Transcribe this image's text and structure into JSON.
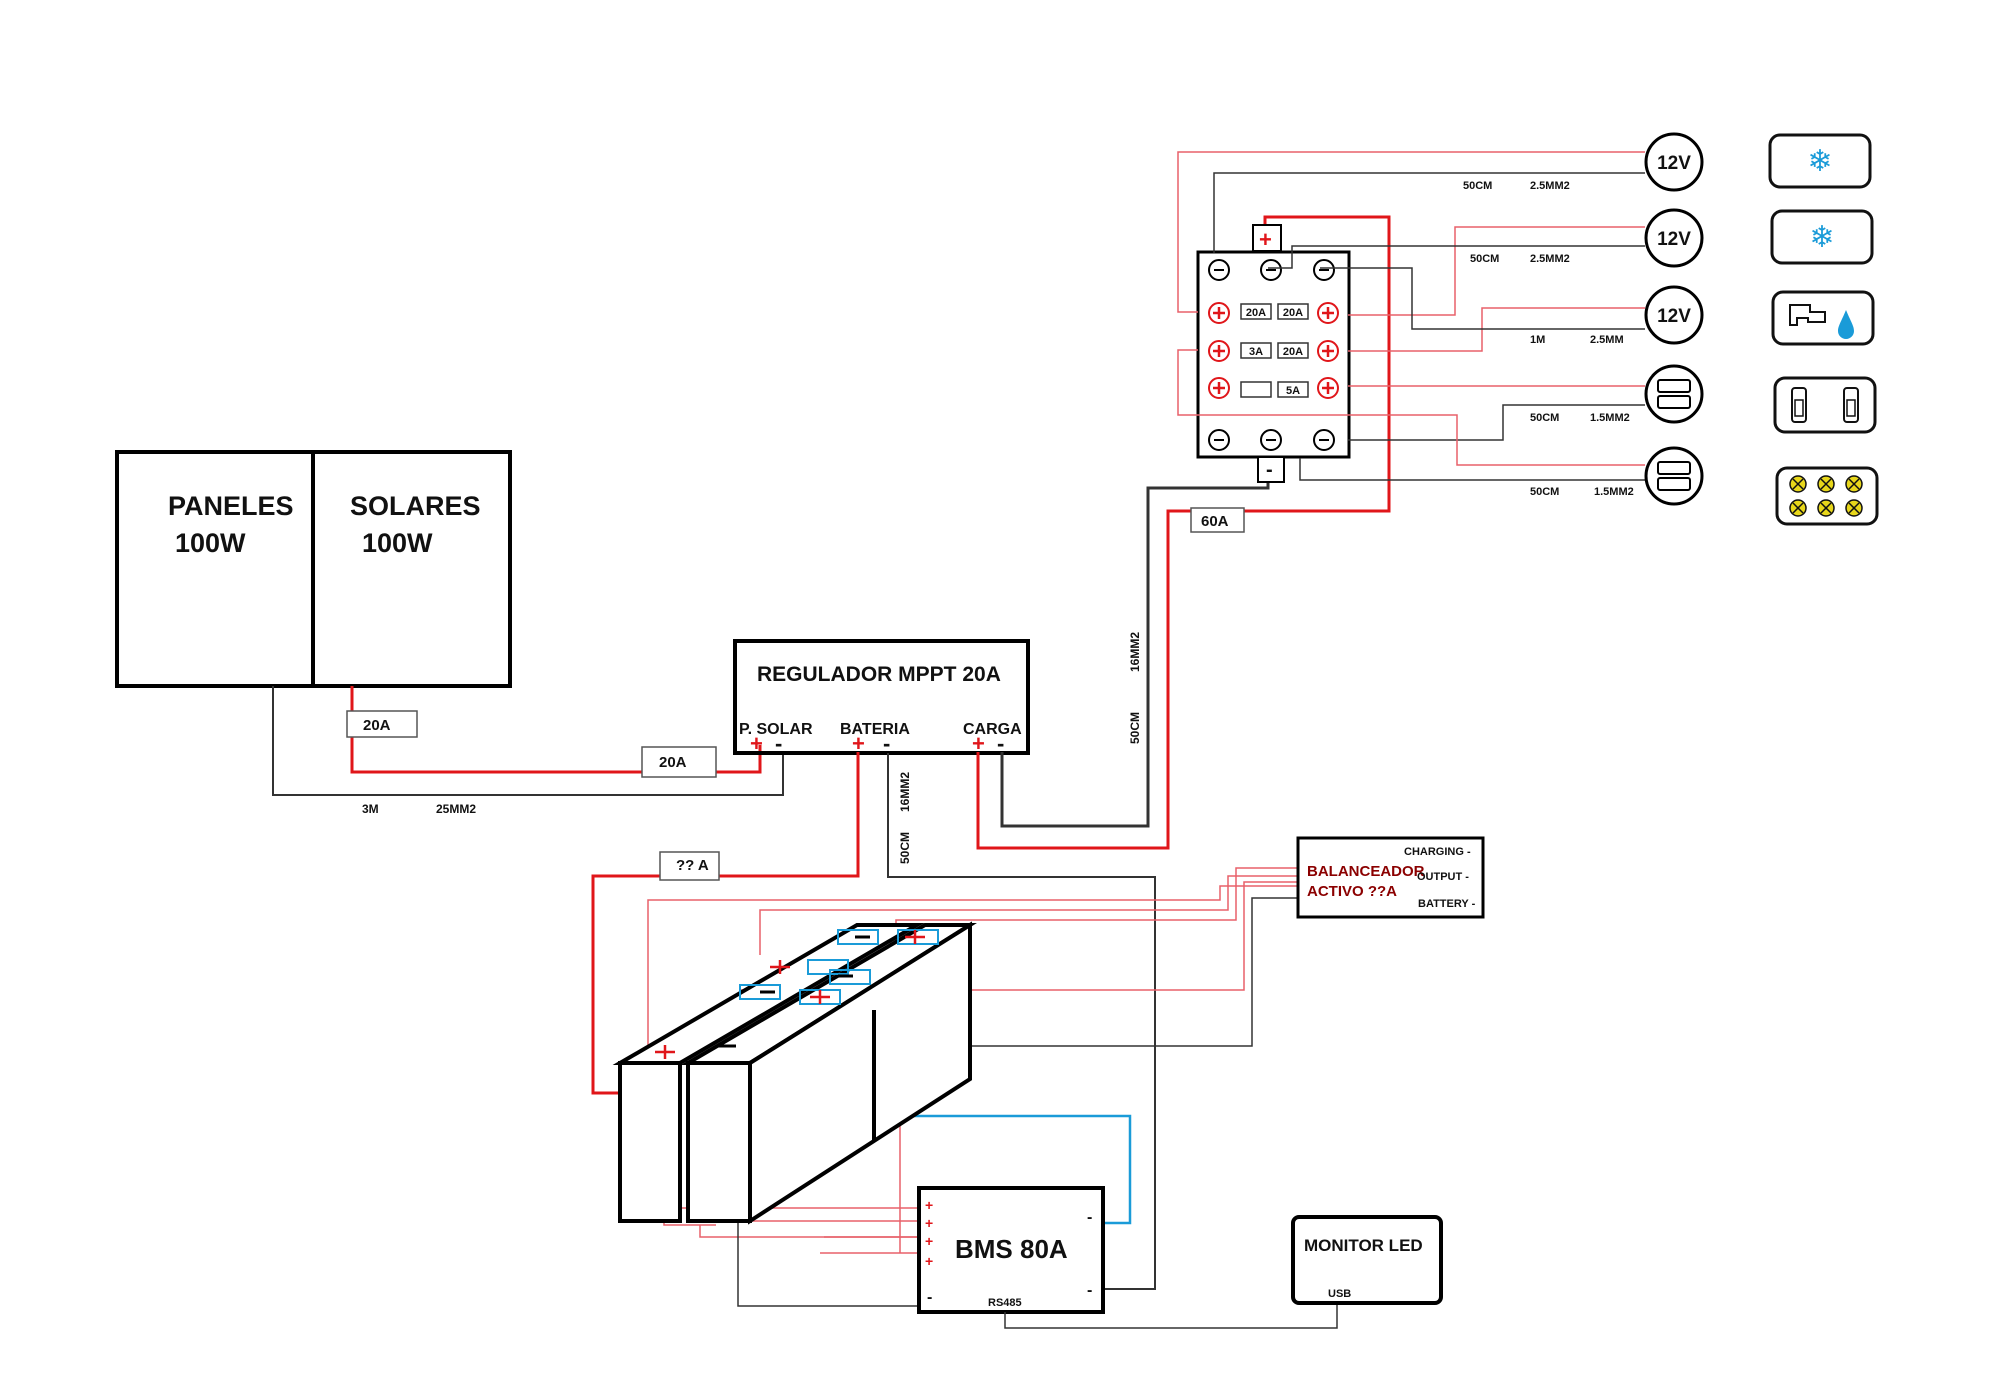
{
  "panels": {
    "label_left": "PANELES",
    "power_left": "100W",
    "label_right": "SOLARES",
    "power_right": "100W"
  },
  "fuses": {
    "panel": "20A",
    "solar_input": "20A",
    "battery": "?? A",
    "fusebox_main": "60A"
  },
  "solar_cable": {
    "length": "3M",
    "section": "25MM2"
  },
  "regulator": {
    "title": "REGULADOR  MPPT 20A",
    "port_solar": "P. SOLAR",
    "port_battery": "BATERIA",
    "port_load": "CARGA",
    "plus": "+",
    "minus": "-"
  },
  "battery_cable": {
    "section": "16MM2",
    "length": "50CM"
  },
  "load_cable": {
    "section": "16MM2",
    "length": "50CM"
  },
  "fusebox": {
    "plus_symbol": "+",
    "minus_symbol": "-",
    "fuse_ratings": [
      "20A",
      "20A",
      "3A",
      "20A",
      "",
      "5A"
    ]
  },
  "outputs": [
    {
      "label": "12V",
      "length": "50CM",
      "section": "2.5MM2",
      "icon": "snowflake-icon"
    },
    {
      "label": "12V",
      "length": "50CM",
      "section": "2.5MM2",
      "icon": "snowflake-icon"
    },
    {
      "label": "12V",
      "length": "1M",
      "section": "2.5MM",
      "icon": "water-tap-icon"
    },
    {
      "label": "",
      "length": "50CM",
      "section": "1.5MM2",
      "icon": "usb-socket-icon"
    },
    {
      "label": "",
      "length": "50CM",
      "section": "1.5MM2",
      "icon": "led-lights-icon"
    }
  ],
  "balancer": {
    "line1": "BALANCEADOR",
    "line2": "ACTIVO  ??A",
    "charging": "CHARGING -",
    "output": "OUTPUT -",
    "battery": "BATTERY -"
  },
  "bms": {
    "title": "BMS 80A",
    "rs485": "RS485",
    "plus": "+",
    "minus": "-"
  },
  "monitor": {
    "title": "MONITOR LED",
    "usb": "USB"
  },
  "colors": {
    "positive": "#e0161a",
    "positive_light": "#e8606a",
    "negative": "#333333",
    "balance": "#1a9bd8",
    "label_dark_red": "#8b0000"
  }
}
